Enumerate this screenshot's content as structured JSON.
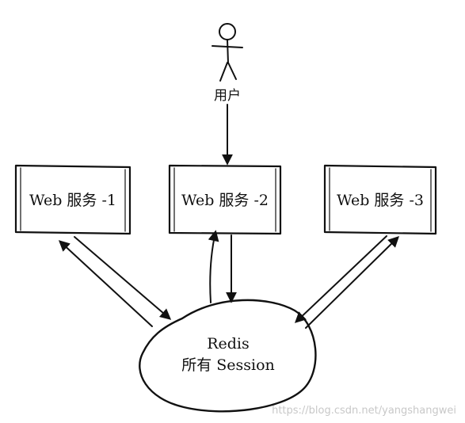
{
  "user": {
    "label": "用户"
  },
  "services": [
    {
      "label": "Web 服务 -1"
    },
    {
      "label": "Web 服务 -2"
    },
    {
      "label": "Web 服务 -3"
    }
  ],
  "redis": {
    "line1": "Redis",
    "line2": "所有 Session"
  },
  "watermark": "https://blog.csdn.net/yangshangwei",
  "colors": {
    "ink": "#111111",
    "background": "#ffffff",
    "watermark": "#c8c8c8"
  }
}
